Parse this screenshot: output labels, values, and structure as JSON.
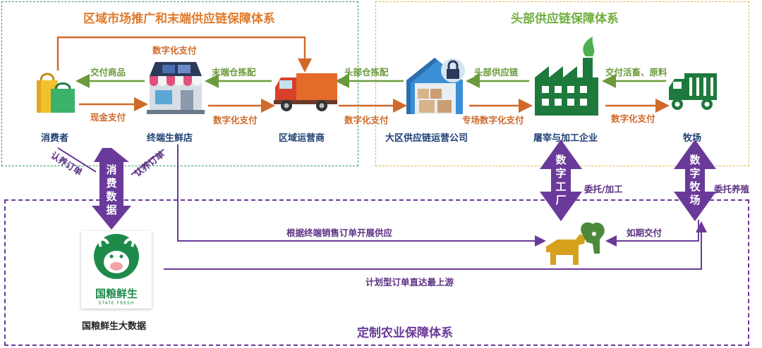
{
  "regions": {
    "regional_title": "区域市场推广和末端供应链保障体系",
    "head_title": "头部供应链保障体系",
    "custom_title": "定制农业保障体系"
  },
  "nodes": {
    "consumer": "消费者",
    "store": "终端生鲜店",
    "regional_operator": "区域运营商",
    "regional_supply_company": "大区供应链运营公司",
    "slaughter_company": "屠宰与加工企业",
    "ranch": "牧场",
    "big_data": "国粮鲜生大数据"
  },
  "flows": {
    "digital_payment_top": "数字化支付",
    "deliver_goods": "交付商品",
    "cash_payment": "现金支付",
    "end_warehouse_picking": "末端仓拣配",
    "digital_payment_store_operator": "数字化支付",
    "head_warehouse_picking": "头部仓拣配",
    "digital_payment_operator_company": "数字化支付",
    "head_supply_chain": "头部供应链",
    "dedicated_digital_payment": "专场数字化支付",
    "deliver_livestock": "交付活畜、原料",
    "digital_payment_factory_ranch": "数字化支付",
    "adopt_order_left": "认养订单",
    "adopt_order_right": "认养订单",
    "consumer_data": "消费数据",
    "digital_factory": "数字工厂",
    "commission_processing": "委托/加工",
    "digital_ranch": "数字牧场",
    "commission_breeding": "委托养殖",
    "supply_by_orders": "根据终端销售订单开展供应",
    "on_time_delivery": "如期交付",
    "planned_orders_upstream": "计划型订单直达最上游"
  },
  "logo": {
    "name": "国粮鲜生",
    "sub": "STATE FRESH"
  },
  "colors": {
    "regional_border": "#2e9e5a",
    "head_border": "#d7b84a",
    "custom_border": "#6a3a9a",
    "orange": "#cf6a2a",
    "green": "#6b9a3c",
    "purple": "#6a3a9a"
  }
}
